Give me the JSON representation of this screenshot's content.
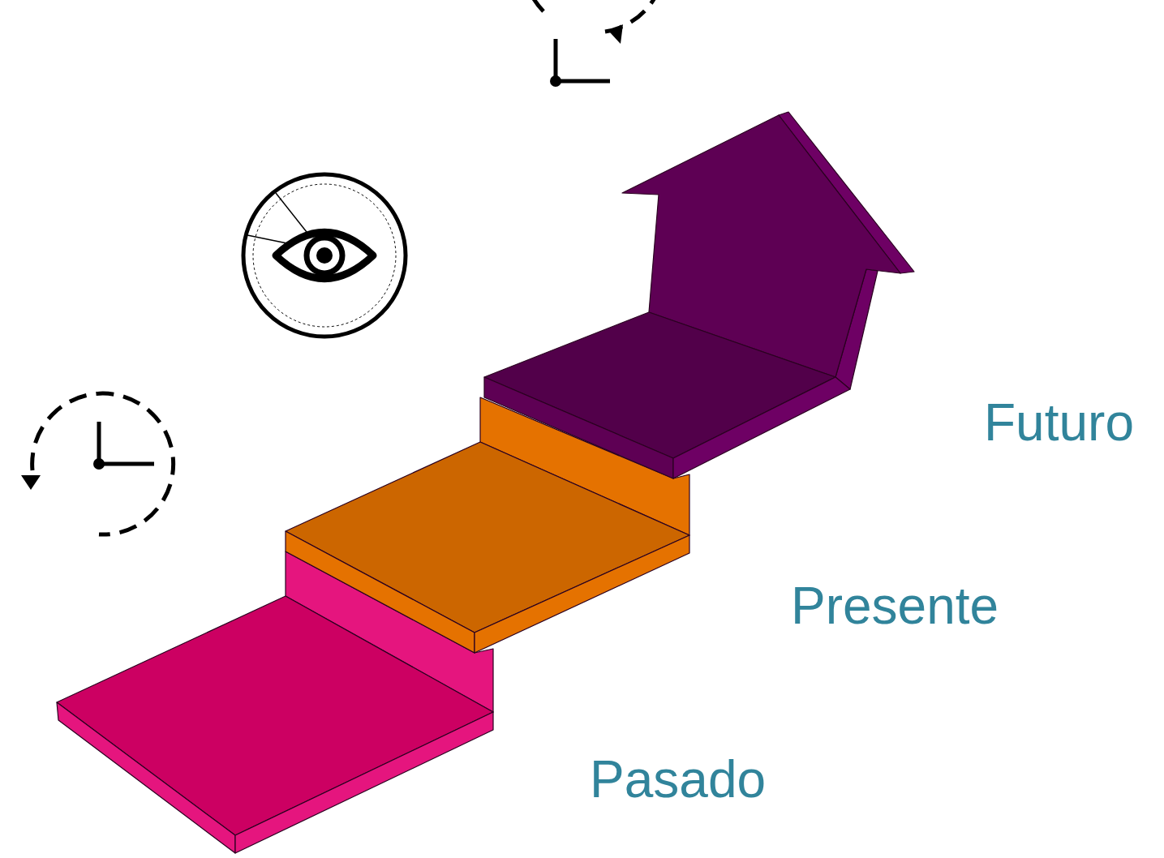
{
  "diagram": {
    "labels": [
      "Futuro",
      "Presente",
      "Pasado"
    ]
  }
}
